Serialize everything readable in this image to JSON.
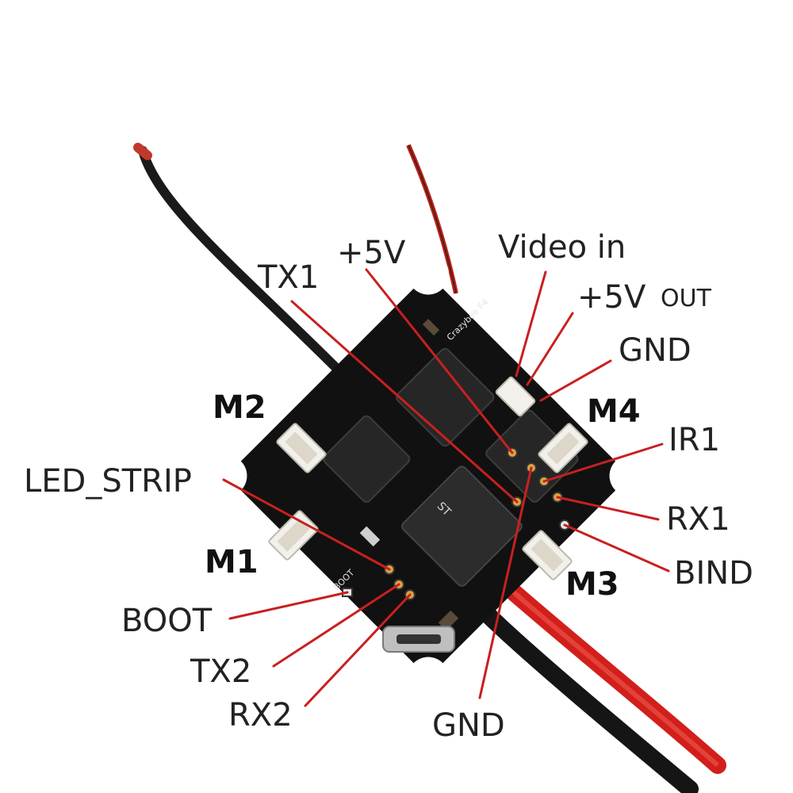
{
  "board": {
    "brand_silk": "Crazybee F4",
    "boot_silk": "BOOT",
    "chip_brand": "ST"
  },
  "labels": {
    "plus5v": "+5V",
    "tx1": "TX1",
    "video_in": "Video in",
    "plus5v_out": "+5V",
    "out": "OUT",
    "gnd_top": "GND",
    "m4": "M4",
    "ir1": "IR1",
    "rx1": "RX1",
    "bind": "BIND",
    "m3": "M3",
    "m2": "M2",
    "led_strip": "LED_STRIP",
    "m1": "M1",
    "boot": "BOOT",
    "tx2": "TX2",
    "rx2": "RX2",
    "gnd_bottom": "GND"
  },
  "colors": {
    "leader_line": "#c8201f",
    "pcb": "#111111",
    "wire_red": "#d21f1b",
    "wire_black": "#151515",
    "connector": "#f2f0ea"
  }
}
